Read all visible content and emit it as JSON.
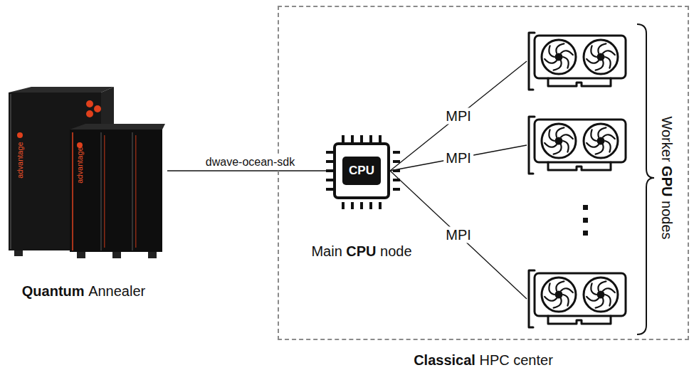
{
  "diagram": {
    "nodes": [
      {
        "text": [
          "Quantum Annealer"
        ]
      },
      {
        "text": [
          "Classical HPC center"
        ]
      },
      {
        "text": [
          "CPU",
          "Main CPU node"
        ],
        "in": 1
      },
      {
        "text": [],
        "in": 1
      },
      {
        "text": [],
        "in": 1
      },
      {
        "text": [],
        "in": 1
      }
    ],
    "edges": [
      {
        "from": 0,
        "to": 2,
        "label": "dwave-ocean-sdk",
        "arrow": "none"
      },
      {
        "from": 2,
        "to": 3,
        "label": "MPI",
        "arrow": "none"
      },
      {
        "from": 2,
        "to": 4,
        "label": "MPI",
        "arrow": "none"
      },
      {
        "from": 2,
        "to": 5,
        "label": "MPI",
        "arrow": "none"
      }
    ],
    "labels": [
      "advantage",
      "advantage",
      "Worker GPU nodes"
    ]
  }
}
